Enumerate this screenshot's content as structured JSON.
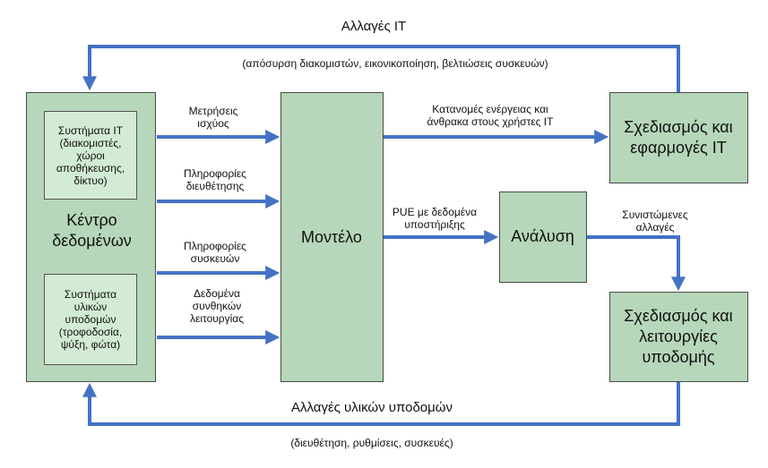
{
  "colors": {
    "arrow": "#4472c4",
    "box_fill": "#b6d7b9",
    "inner_fill": "#d3ebd4",
    "border": "#4a4a4a"
  },
  "boxes": {
    "datacenter": "Κέντρο\nδεδομένων",
    "it_systems": "Συστήματα IT\n(διακομιστές,\nχώροι\nαποθήκευσης,\nδίκτυο)",
    "infra_systems": "Συστήματα\nυλικών\nυποδομών\n(τροφοδοσία,\nψύξη, φώτα)",
    "model": "Μοντέλο",
    "analysis": "Ανάλυση",
    "it_planning": "Σχεδιασμός και\nεφαρμογές IT",
    "infra_planning": "Σχεδιασμός και\nλειτουργίες\nυποδομής"
  },
  "labels": {
    "it_changes": "Αλλαγές IT",
    "it_changes_detail": "(απόσυρση διακομιστών, εικονικοποίηση, βελτιώσεις συσκευών)",
    "power_measurements": "Μετρήσεις\nισχύος",
    "addressing_info": "Πληροφορίες\nδιευθέτησης",
    "device_info": "Πληροφορίες\nσυσκευών",
    "operating_data": "Δεδομένα\nσυνθηκών\nλειτουργίας",
    "energy_allocation": "Κατανομές ενέργειας και\nάνθρακα στους χρήστες IT",
    "pue_data": "PUE με δεδομένα\nυποστήριξης",
    "recommended_changes": "Συνιστώμενες\nαλλαγές",
    "infra_changes": "Αλλαγές υλικών υποδομών",
    "infra_changes_detail": "(διευθέτηση, ρυθμίσεις, συσκευές)"
  }
}
